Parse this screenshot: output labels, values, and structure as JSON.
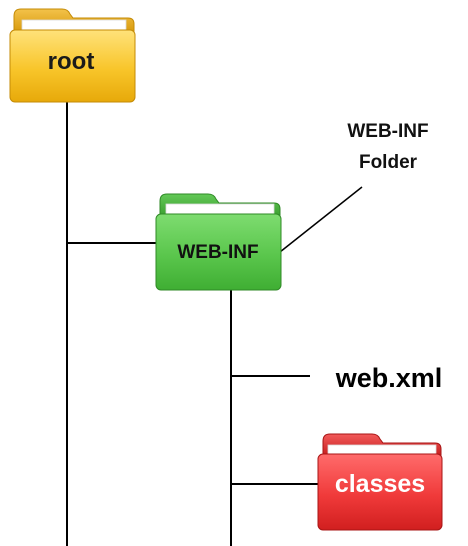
{
  "folders": {
    "root": {
      "label": "root",
      "color": "#F7C21B"
    },
    "web_inf": {
      "label": "WEB-INF",
      "color": "#59C64B"
    },
    "classes": {
      "label": "classes",
      "color": "#F03A3A"
    }
  },
  "files": {
    "web_xml": {
      "label": "web.xml"
    }
  },
  "annotations": {
    "web_inf_callout": {
      "line1": "WEB-INF",
      "line2": "Folder"
    }
  }
}
